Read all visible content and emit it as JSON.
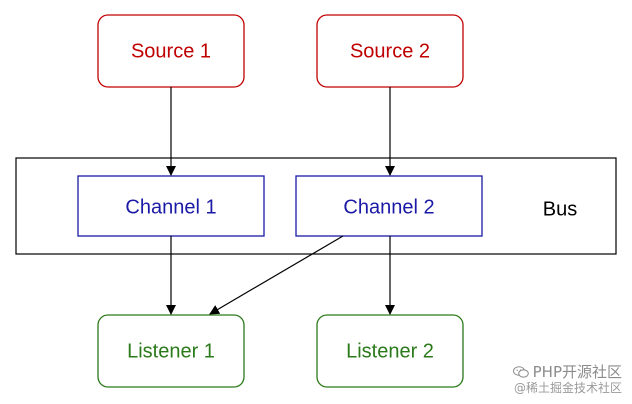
{
  "diagram": {
    "nodes": {
      "source1": "Source 1",
      "source2": "Source 2",
      "channel1": "Channel 1",
      "channel2": "Channel 2",
      "bus": "Bus",
      "listener1": "Listener 1",
      "listener2": "Listener 2"
    }
  },
  "colors": {
    "source": "#c00000",
    "channel": "#1a1aa6",
    "listener": "#2a7a1a",
    "bus": "#000000",
    "edge": "#000000"
  },
  "watermark": {
    "line1": "PHP开源社区",
    "line2": "@稀土掘金技术社区",
    "icon": "wechat-icon"
  }
}
